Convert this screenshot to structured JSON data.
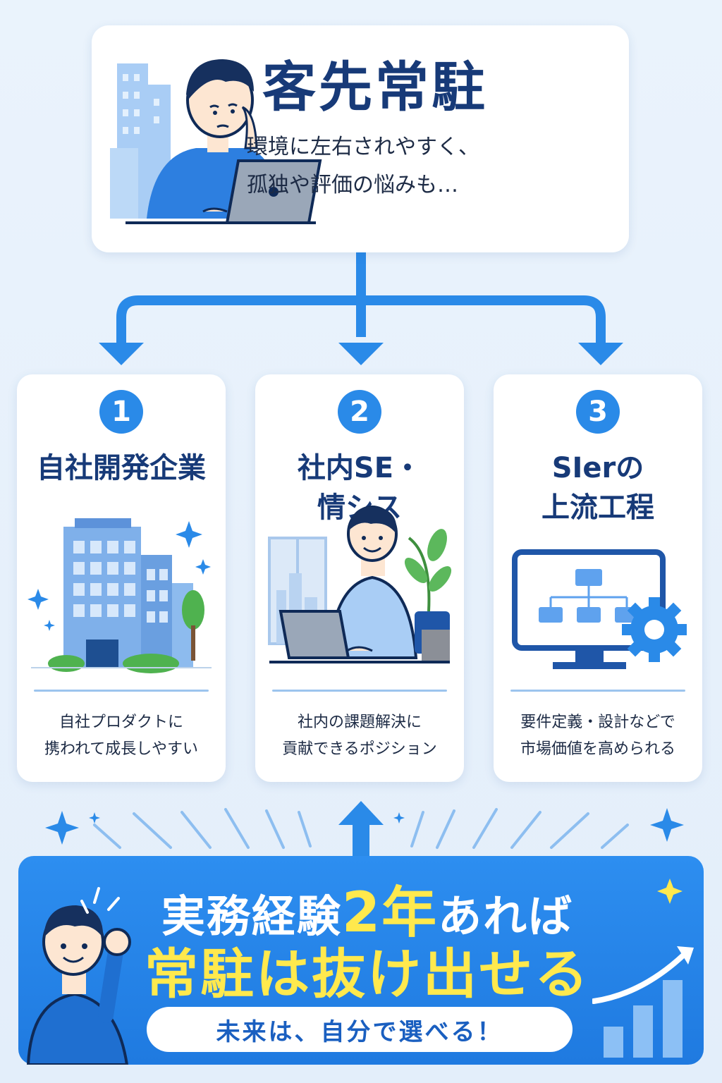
{
  "top": {
    "title": "客先常駐",
    "subtitle_lines": [
      "環境に左右されやすく、",
      "孤独や評価の悩みも…"
    ],
    "icons": [
      "office-building-icon",
      "worried-person-icon",
      "laptop-icon"
    ]
  },
  "options": [
    {
      "number": "1",
      "title_lines": [
        "自社開発企業"
      ],
      "desc_lines": [
        "自社プロダクトに",
        "携われて成長しやすい"
      ],
      "icon": "office-building-icon"
    },
    {
      "number": "2",
      "title_lines": [
        "社内SE・",
        "情シス"
      ],
      "desc_lines": [
        "社内の課題解決に",
        "貢献できるポジション"
      ],
      "icon": "office-worker-icon"
    },
    {
      "number": "3",
      "title_lines": [
        "SIerの",
        "上流工程"
      ],
      "desc_lines": [
        "要件定義・設計などで",
        "市場価値を高められる"
      ],
      "icon": "monitor-flowchart-gear-icon"
    }
  ],
  "banner": {
    "line1_prefix": "実務経験",
    "line1_highlight": "2年",
    "line1_suffix": "あれば",
    "line2": "常駐は抜け出せる",
    "pill": "未来は、自分で選べる！",
    "icons": [
      "cheering-person-icon",
      "growth-chart-icon",
      "up-arrow-icon"
    ]
  },
  "colors": {
    "primary_blue": "#2a8ae8",
    "navy": "#173a78",
    "highlight_yellow": "#ffe94d",
    "background": "#e8f2fc"
  }
}
